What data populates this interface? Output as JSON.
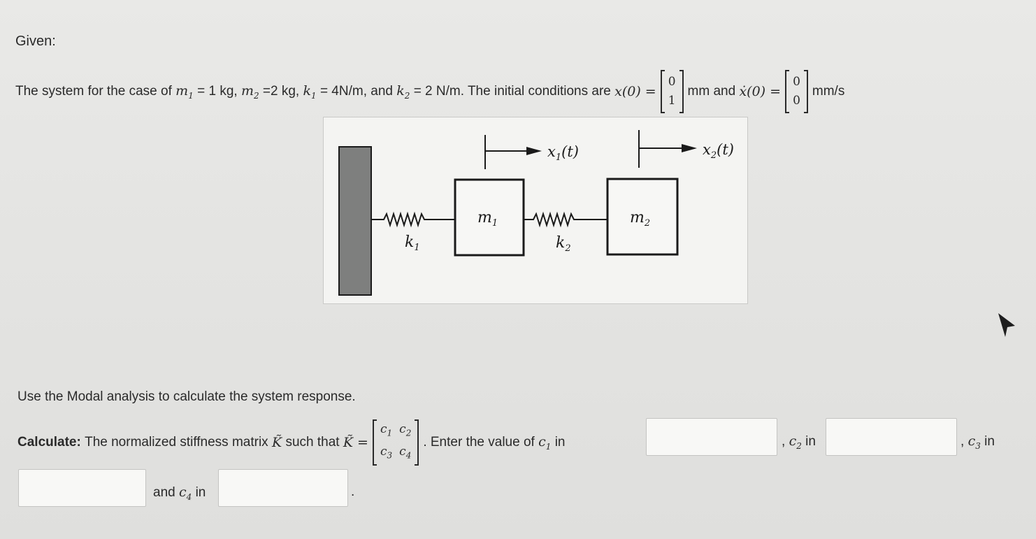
{
  "heading": "Given:",
  "intro": {
    "p1": "The system for the case of",
    "m1_sym": "m",
    "m1_sub": "1",
    "m1_val": "= 1 kg,",
    "m2_sym": "m",
    "m2_sub": "2",
    "m2_val": "=2 kg,",
    "k1_sym": "k",
    "k1_sub": "1",
    "k1_val": "= 4N/m, and",
    "k2_sym": "k",
    "k2_sub": "2",
    "k2_val": "= 2 N/m. The initial conditions are",
    "x0_label": "x(0) =",
    "x0_vals": [
      "0",
      "1"
    ],
    "x0_unit": "mm and",
    "xd0_label": "ẋ(0) =",
    "xd0_vals": [
      "0",
      "0"
    ],
    "xd0_unit": "mm/s"
  },
  "diagram": {
    "x1_label": "x",
    "x1_sub": "1",
    "x1_t": "(t)",
    "x2_label": "x",
    "x2_sub": "2",
    "x2_t": "(t)",
    "m1_label": "m",
    "m1_sub": "1",
    "m2_label": "m",
    "m2_sub": "2",
    "k1_label": "k",
    "k1_sub": "1",
    "k2_label": "k",
    "k2_sub": "2"
  },
  "instruction": "Use the Modal analysis to calculate the system response.",
  "calc": {
    "bold": "Calculate:",
    "text1": "The normalized stiffness matrix",
    "ktilde": "K̃",
    "text2": "such that",
    "ktilde_eq": "K̃ =",
    "matrix": [
      "c1",
      "c2",
      "c3",
      "c4"
    ],
    "matrix_display": [
      [
        "c",
        "1"
      ],
      [
        "c",
        "2"
      ],
      [
        "c",
        "3"
      ],
      [
        "c",
        "4"
      ]
    ],
    "text3": ". Enter the value of",
    "c1": "c",
    "c1_sub": "1",
    "in1": "in",
    "sep2": ",",
    "c2": "c",
    "c2_sub": "2",
    "in2": "in",
    "sep3": ",",
    "c3": "c",
    "c3_sub": "3",
    "in3": "in",
    "and": "and",
    "c4": "c",
    "c4_sub": "4",
    "in4": "in",
    "end": "."
  },
  "answers": {
    "c1_value": "",
    "c2_value": "",
    "c3_value": "",
    "c4_value": ""
  },
  "colors": {
    "wall": "#7e7f7e",
    "text": "#2a2a2a",
    "background": "#e6e6e4"
  }
}
